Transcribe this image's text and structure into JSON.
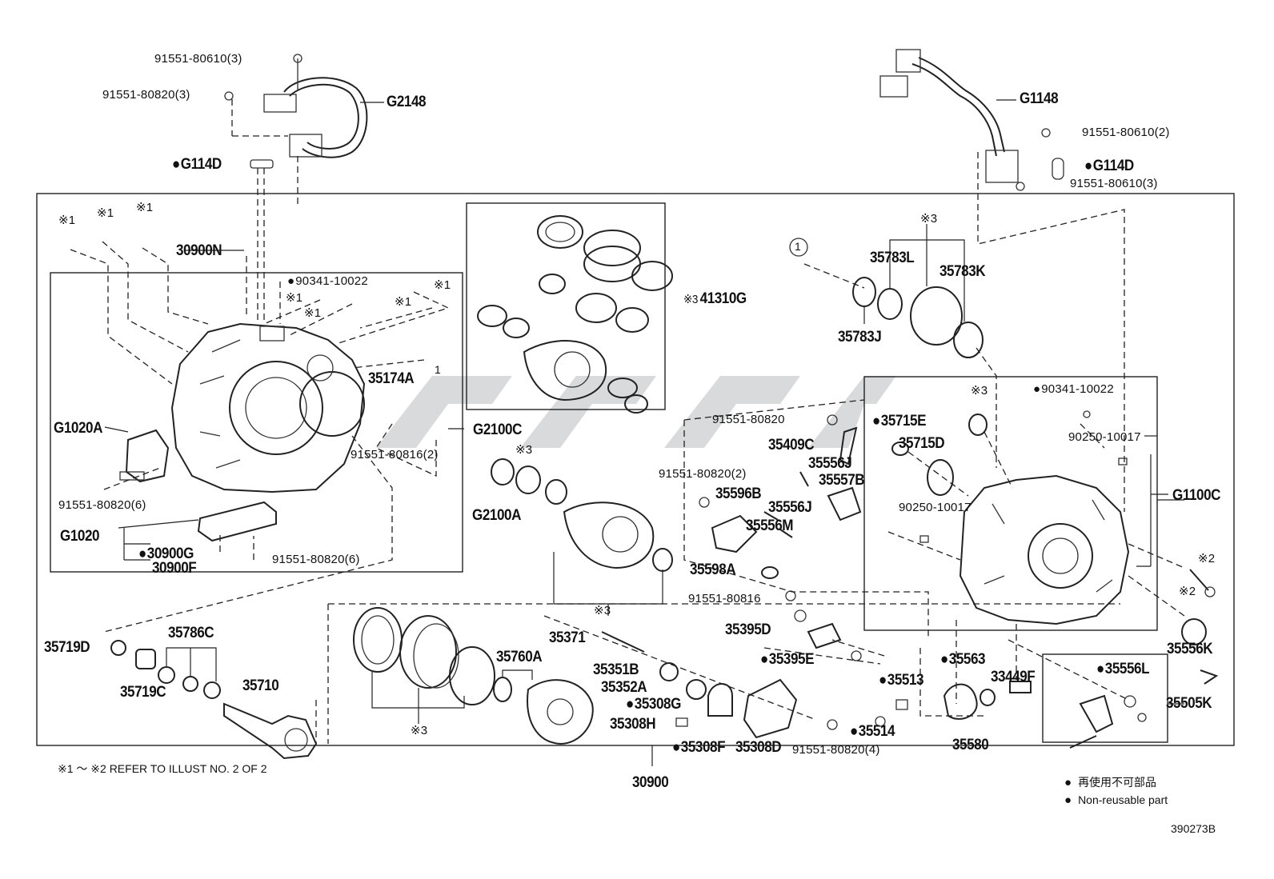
{
  "labels": {
    "p91551_80610_3a": "91551-80610(3)",
    "p91551_80820_3": "91551-80820(3)",
    "pG2148": "G2148",
    "pG114D_l": "G114D",
    "pG1148": "G1148",
    "p91551_80610_2": "91551-80610(2)",
    "pG114D_r": "G114D",
    "p91551_80610_3b": "91551-80610(3)",
    "m1a": "※1",
    "m1b": "※1",
    "m1c": "※1",
    "p30900N": "30900N",
    "p90341_10022a": "90341-10022",
    "m1d": "※1",
    "m1e": "※1",
    "m1f": "※1",
    "m1g": "※1",
    "p35174A": "35174A",
    "c1a": "1",
    "pG1020A": "G1020A",
    "pG2100C": "G2100C",
    "p91551_80816_2": "91551-80816(2)",
    "p91551_80820_6a": "91551-80820(6)",
    "pG1020": "G1020",
    "p30900G": "30900G",
    "p30900F": "30900F",
    "p91551_80820_6b": "91551-80820(6)",
    "p41310G": "41310G",
    "m3a": "※3",
    "pG2100A": "G2100A",
    "m3b": "※3",
    "m3c": "※3",
    "c1b": "1",
    "p35783L": "35783L",
    "p35783K": "35783K",
    "p35783J": "35783J",
    "m3d": "※3",
    "p90341_10022b": "90341-10022",
    "p91551_80820": "91551-80820",
    "p35715E": "35715E",
    "m3e": "※3",
    "p35409C": "35409C",
    "p35715D": "35715D",
    "p90250_10017a": "90250-10017",
    "p91551_80820_2": "91551-80820(2)",
    "p35556J_a": "35556J",
    "p35557B": "35557B",
    "p35596B": "35596B",
    "p35556J_b": "35556J",
    "p90250_10017b": "90250-10017",
    "pG1100C": "G1100C",
    "p35556M": "35556M",
    "p35598A": "35598A",
    "m2a": "※2",
    "p91551_80816": "91551-80816",
    "m2b": "※2",
    "p35371": "35371",
    "p35395D": "35395D",
    "p35556K": "35556K",
    "p35719D": "35719D",
    "p35786C": "35786C",
    "p35760A": "35760A",
    "p35351B": "35351B",
    "p35395E": "35395E",
    "p35563": "35563",
    "p33449F": "33449F",
    "p35556L": "35556L",
    "p35710": "35710",
    "p35719C": "35719C",
    "p35352A": "35352A",
    "p35513": "35513",
    "p35505K": "35505K",
    "p35308G": "35308G",
    "m3f": "※3",
    "p35308H": "35308H",
    "p35514": "35514",
    "p35580": "35580",
    "p35308F": "35308F",
    "p35308D": "35308D",
    "p91551_80820_4": "91551-80820(4)",
    "p30900": "30900"
  },
  "footnote": "※1 ～ ※2 REFER TO ILLUST NO. 2 OF 2",
  "legend": {
    "symbol": "●",
    "line_jp": "再使用不可部品",
    "line_en": "Non-reusable part"
  },
  "illustration_code": "390273B",
  "colors": {
    "line": "#222222",
    "watermark": "#b9bcc0",
    "background": "#ffffff"
  }
}
